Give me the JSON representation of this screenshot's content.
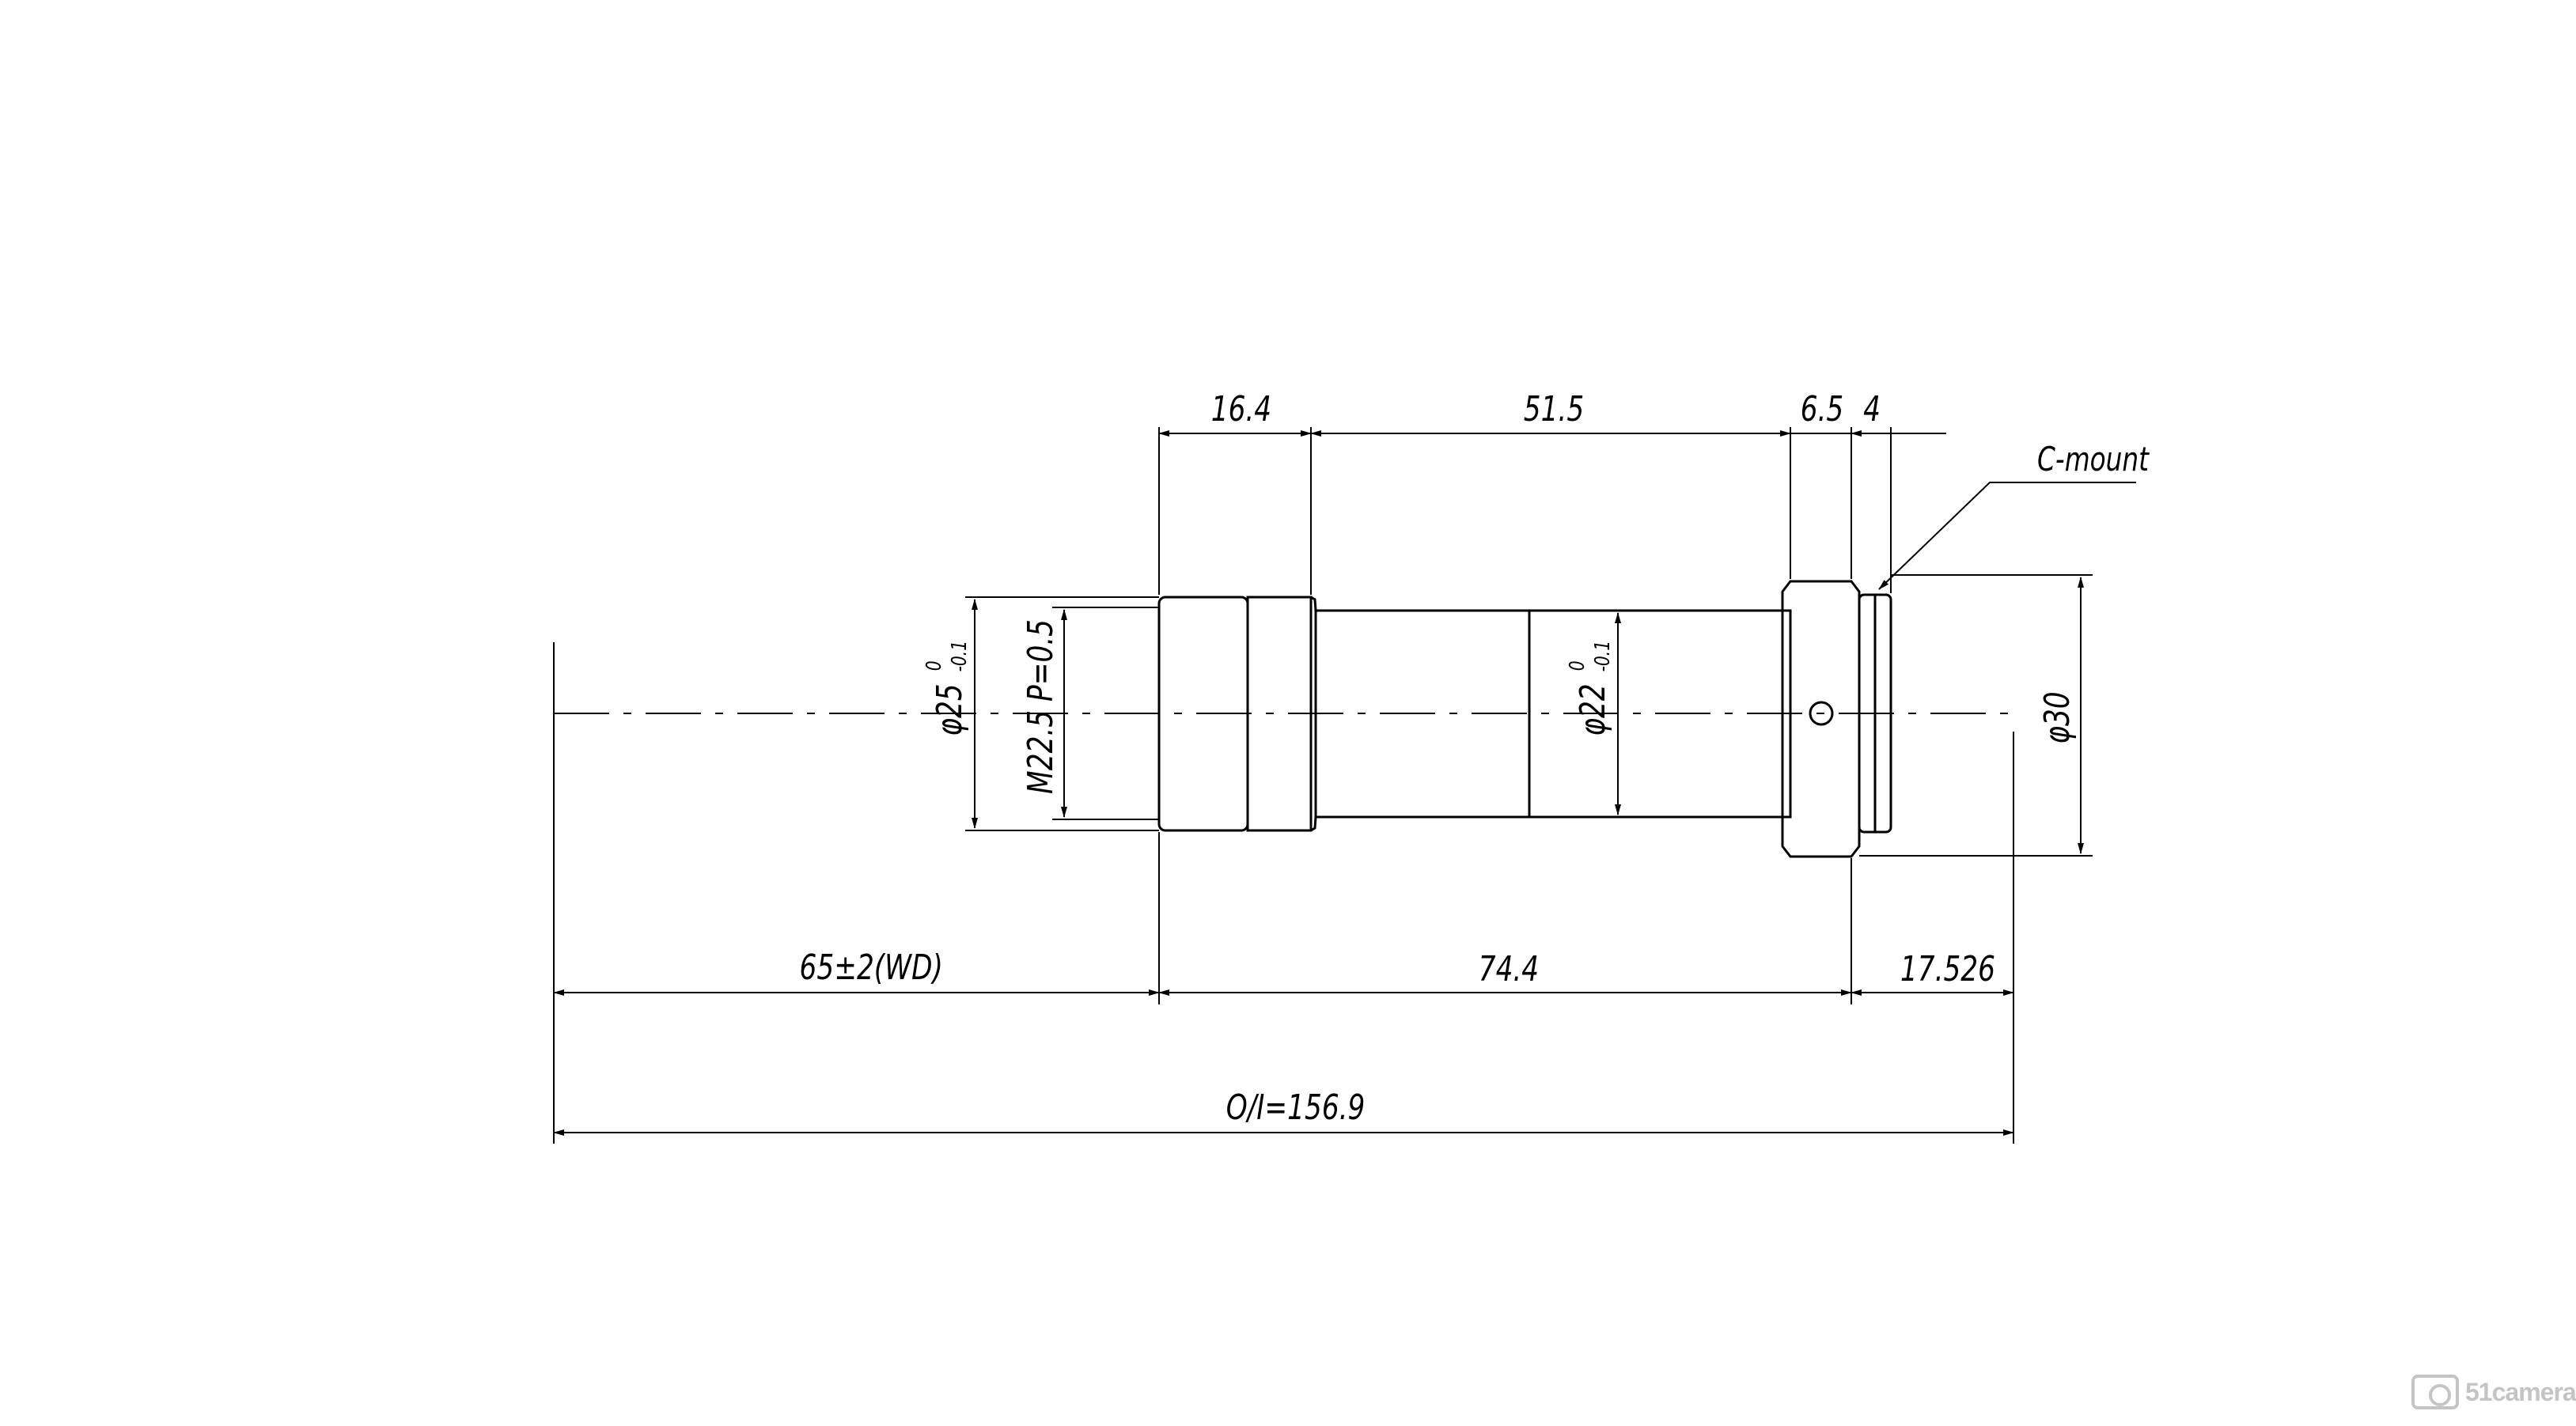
{
  "drawing": {
    "dims": {
      "front_thread_len": "16.4",
      "barrel_len": "51.5",
      "collar_len": "6.5",
      "mount_len": "4",
      "wd": "65±2(WD)",
      "body_len": "74.4",
      "flange_back": "17.526",
      "total": "O/I=156.9",
      "dia_front_main": "φ25",
      "dia_front_tol_upper": "0",
      "dia_front_tol_lower": "-0.1",
      "thread": "M22.5 P=0.5",
      "dia_barrel_main": "φ22",
      "dia_barrel_tol_upper": "0",
      "dia_barrel_tol_lower": "-0.1",
      "dia_mount": "φ30"
    },
    "mount_label": "C-mount"
  },
  "watermark": {
    "text": "51camera",
    "icon": "camera-logo-icon"
  }
}
